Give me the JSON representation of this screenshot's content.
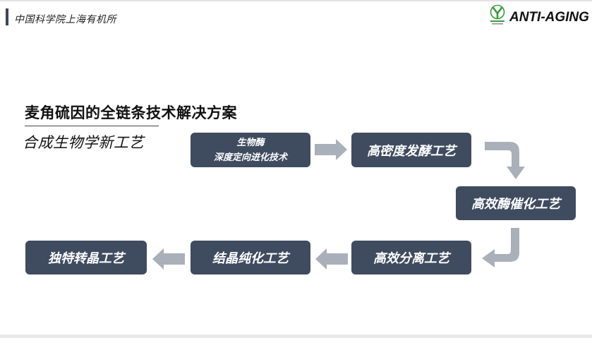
{
  "header": {
    "org_name": "中国科学院上海有机所",
    "brand": "ANTI-AGING",
    "logo_icon": "green-leaf-logo-icon"
  },
  "content": {
    "title": "麦角硫因的全链条技术解决方案",
    "subtitle": "合成生物学新工艺"
  },
  "flow": {
    "step1": {
      "line1": "生物酶",
      "line2": "深度定向进化技术"
    },
    "step2": "高密度发酵工艺",
    "step3": "高效酶催化工艺",
    "step4": "高效分离工艺",
    "step5": "结晶纯化工艺",
    "step6": "独特转晶工艺"
  },
  "colors": {
    "box": "#3f4b5e",
    "arrow": "#a9b0ba",
    "logo_green": "#3a9a3c"
  }
}
